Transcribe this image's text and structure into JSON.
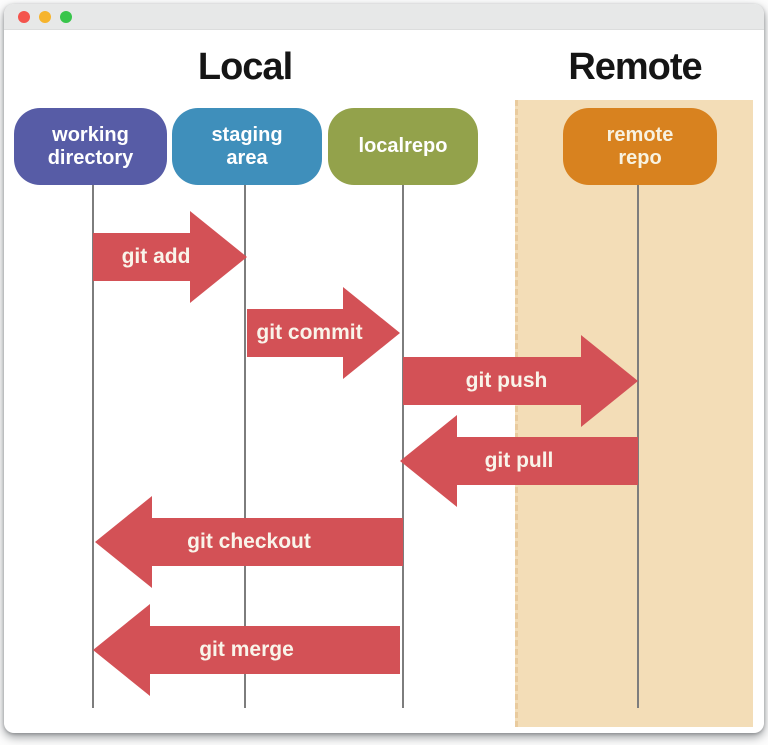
{
  "window": {
    "controls": {
      "close": "close",
      "minimize": "minimize",
      "zoom": "zoom"
    }
  },
  "diagram": {
    "sections": {
      "local": {
        "label": "Local"
      },
      "remote": {
        "label": "Remote"
      }
    },
    "nodes": [
      {
        "id": "working-directory",
        "label": "working directory",
        "color": "#575ca6",
        "text_color": "#ffffff"
      },
      {
        "id": "staging-area",
        "label": "staging area",
        "color": "#3f8fbb",
        "text_color": "#ffffff"
      },
      {
        "id": "localrepo",
        "label": "localrepo",
        "color": "#93a24b",
        "text_color": "#ffffff"
      },
      {
        "id": "remote-repo",
        "label": "remote repo",
        "color": "#d8821f",
        "text_color": "#f8f2e0"
      }
    ],
    "arrows": [
      {
        "label": "git add",
        "from": "working-directory",
        "to": "staging-area",
        "direction": "right"
      },
      {
        "label": "git commit",
        "from": "staging-area",
        "to": "localrepo",
        "direction": "right"
      },
      {
        "label": "git push",
        "from": "localrepo",
        "to": "remote-repo",
        "direction": "right"
      },
      {
        "label": "git pull",
        "from": "remote-repo",
        "to": "localrepo",
        "direction": "left"
      },
      {
        "label": "git checkout",
        "from": "localrepo",
        "to": "working-directory",
        "direction": "left"
      },
      {
        "label": "git merge",
        "from": "localrepo",
        "to": "working-directory",
        "direction": "left"
      }
    ],
    "colors": {
      "arrow": "#d35156",
      "remote_background": "#f3ddb7",
      "lifeline": "#7d7d7d",
      "titlebar": "#e7e8e8"
    }
  }
}
